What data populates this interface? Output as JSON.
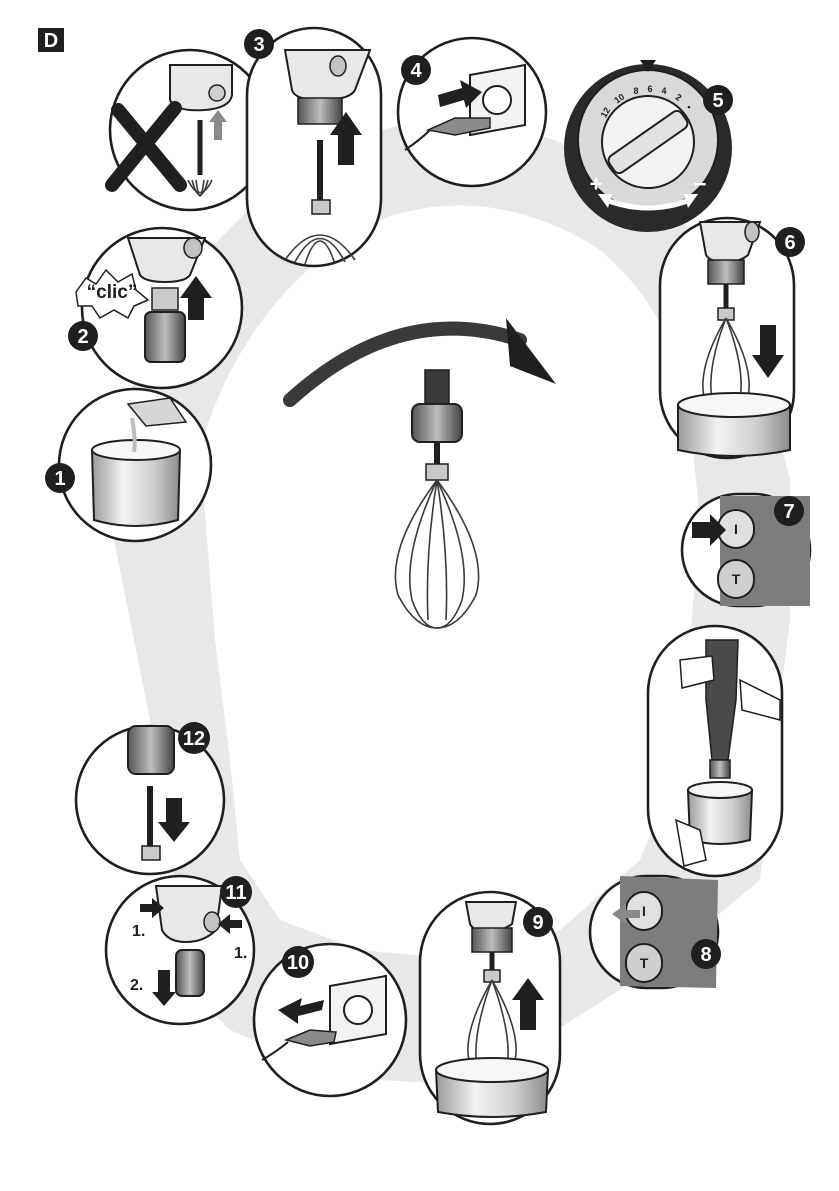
{
  "figure": {
    "section_letter": "D",
    "clic_label": "“clic”",
    "step_numbers": [
      "1",
      "2",
      "3",
      "4",
      "5",
      "6",
      "7",
      "8",
      "9",
      "10",
      "11",
      "12"
    ],
    "dial_marks": [
      "12",
      "10",
      "8",
      "6",
      "4",
      "2",
      "•"
    ],
    "plus_sign": "+",
    "minus_sign": "−",
    "button_on_symbol": "I",
    "button_turbo_symbol": "T",
    "step11_labels": {
      "press_left": "1.",
      "press_right": "1.",
      "pull_down": "2."
    },
    "icons": [
      "up-arrow-icon",
      "down-arrow-icon",
      "right-arrow-icon",
      "left-arrow-icon",
      "cross-icon",
      "curved-arrow-icon"
    ]
  }
}
